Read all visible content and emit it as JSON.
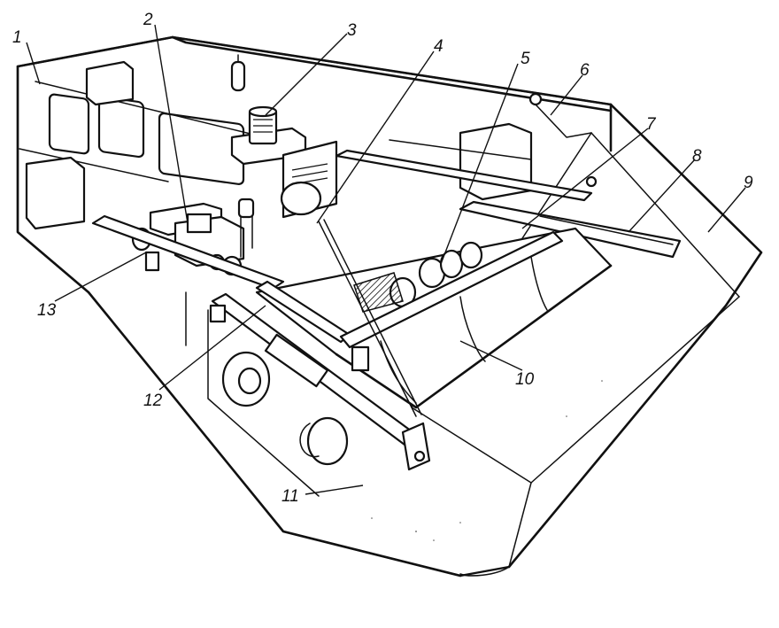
{
  "callouts": [
    {
      "id": "1",
      "label": "1"
    },
    {
      "id": "2",
      "label": "2"
    },
    {
      "id": "3",
      "label": "3"
    },
    {
      "id": "4",
      "label": "4"
    },
    {
      "id": "5",
      "label": "5"
    },
    {
      "id": "6",
      "label": "6"
    },
    {
      "id": "7",
      "label": "7"
    },
    {
      "id": "8",
      "label": "8"
    },
    {
      "id": "9",
      "label": "9"
    },
    {
      "id": "10",
      "label": "10"
    },
    {
      "id": "11",
      "label": "11"
    },
    {
      "id": "12",
      "label": "12"
    },
    {
      "id": "13",
      "label": "13"
    }
  ],
  "colors": {
    "ink": "#111111",
    "paper": "#ffffff"
  }
}
